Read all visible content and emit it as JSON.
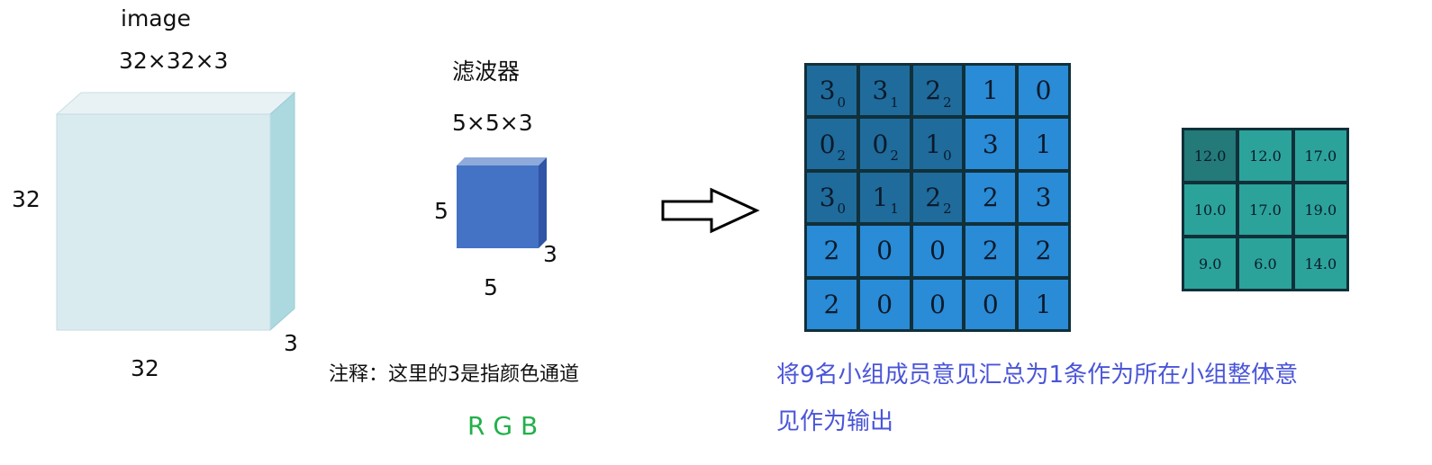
{
  "image_block": {
    "title": "image",
    "dims": "32×32×3",
    "height_label": "32",
    "width_label": "32",
    "depth_label": "3",
    "colors": {
      "front": "#daebf0",
      "top": "#e8f2f4",
      "side": "#acd8e0"
    }
  },
  "filter_block": {
    "title": "滤波器",
    "dims": "5×5×3",
    "height_label": "5",
    "width_label": "5",
    "depth_label": "3",
    "colors": {
      "front": "#4472c4",
      "top": "#8eaadb",
      "side": "#2f55a4"
    }
  },
  "note": {
    "text": "注释：这里的3是指颜色通道",
    "rgb": "R G B",
    "rgb_color": "#22b04a"
  },
  "arrow": {
    "icon": "right-arrow-outline-icon"
  },
  "input_grid": {
    "colors": {
      "highlight": "#1f6b9c",
      "normal": "#2a8bd6"
    },
    "cells": [
      [
        {
          "v": "3",
          "w": "0",
          "h": true
        },
        {
          "v": "3",
          "w": "1",
          "h": true
        },
        {
          "v": "2",
          "w": "2",
          "h": true
        },
        {
          "v": "1"
        },
        {
          "v": "0"
        }
      ],
      [
        {
          "v": "0",
          "w": "2",
          "h": true
        },
        {
          "v": "0",
          "w": "2",
          "h": true
        },
        {
          "v": "1",
          "w": "0",
          "h": true
        },
        {
          "v": "3"
        },
        {
          "v": "1"
        }
      ],
      [
        {
          "v": "3",
          "w": "0",
          "h": true
        },
        {
          "v": "1",
          "w": "1",
          "h": true
        },
        {
          "v": "2",
          "w": "2",
          "h": true
        },
        {
          "v": "2"
        },
        {
          "v": "3"
        }
      ],
      [
        {
          "v": "2"
        },
        {
          "v": "0"
        },
        {
          "v": "0"
        },
        {
          "v": "2"
        },
        {
          "v": "2"
        }
      ],
      [
        {
          "v": "2"
        },
        {
          "v": "0"
        },
        {
          "v": "0"
        },
        {
          "v": "0"
        },
        {
          "v": "1"
        }
      ]
    ]
  },
  "output_grid": {
    "colors": {
      "highlight": "#237a78",
      "normal": "#2ba39a"
    },
    "cells": [
      [
        {
          "v": "12.0",
          "h": true
        },
        {
          "v": "12.0"
        },
        {
          "v": "17.0"
        }
      ],
      [
        {
          "v": "10.0"
        },
        {
          "v": "17.0"
        },
        {
          "v": "19.0"
        }
      ],
      [
        {
          "v": "9.0"
        },
        {
          "v": "6.0"
        },
        {
          "v": "14.0"
        }
      ]
    ]
  },
  "caption": {
    "line1": "将9名小组成员意见汇总为1条作为所在小组整体意",
    "line2": "见作为输出",
    "color": "#4a55d8"
  }
}
